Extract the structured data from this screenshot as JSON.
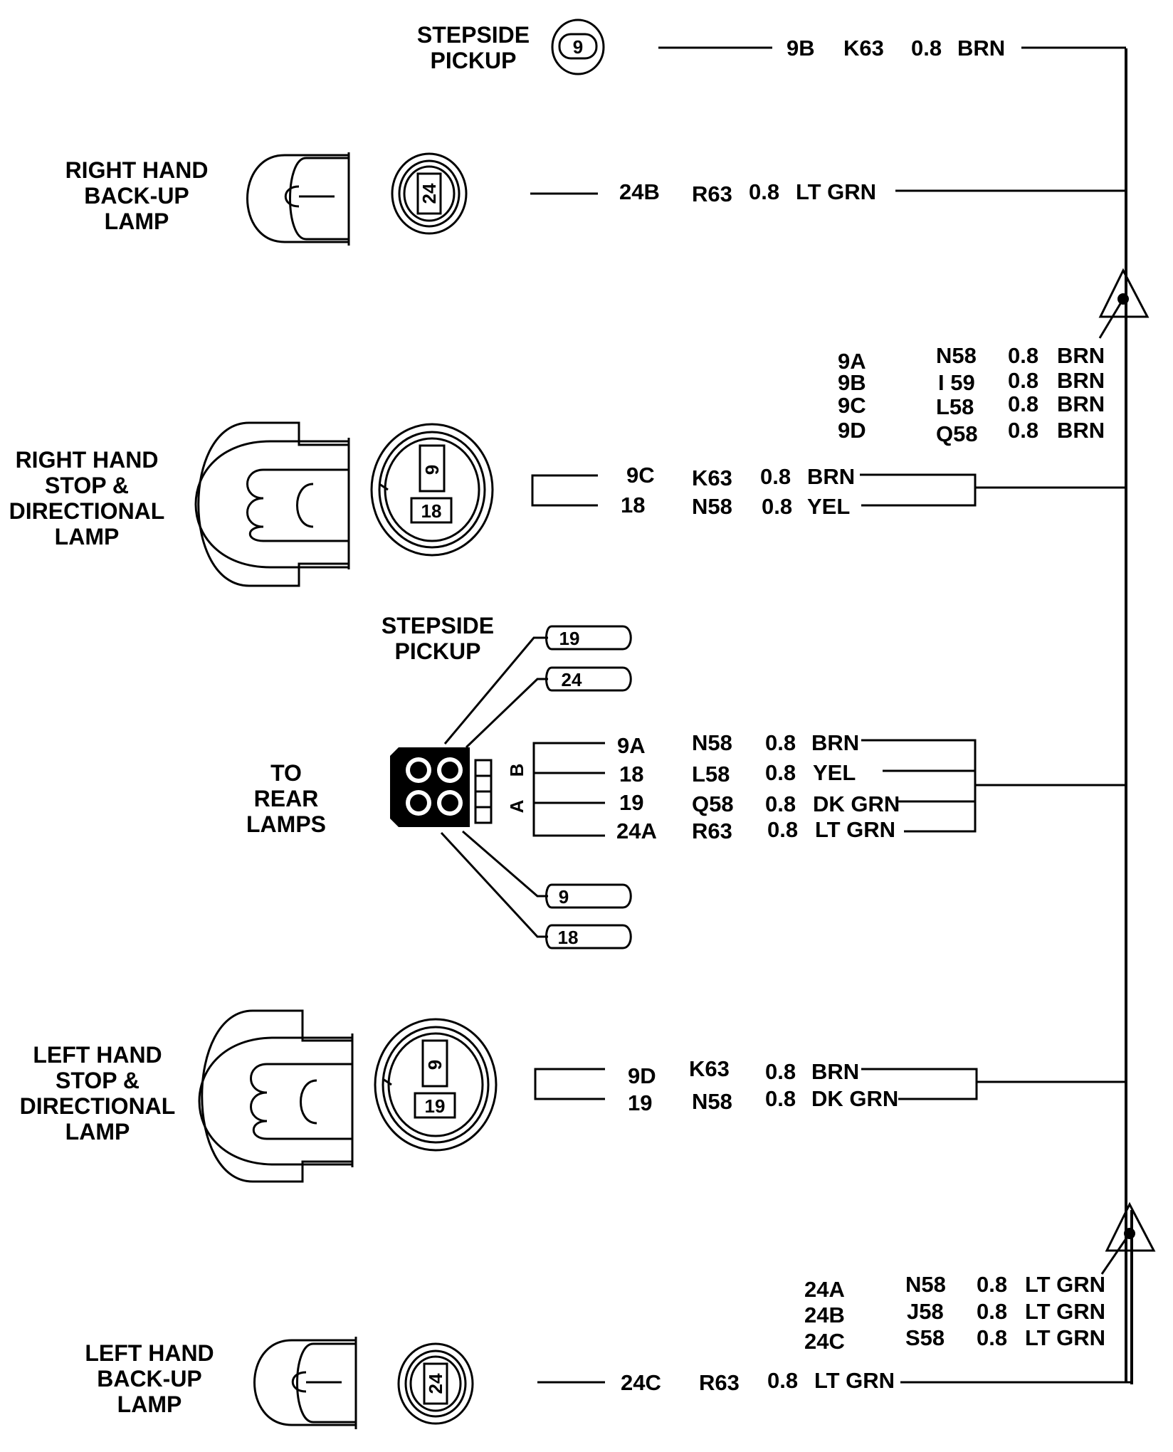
{
  "components": {
    "stepside_top": [
      "STEPSIDE",
      "PICKUP"
    ],
    "rh_backup": [
      "RIGHT HAND",
      "BACK-UP",
      "LAMP"
    ],
    "rh_stop": [
      "RIGHT HAND",
      "STOP &",
      "DIRECTIONAL",
      "LAMP"
    ],
    "stepside_mid": [
      "STEPSIDE",
      "PICKUP"
    ],
    "to_rear": [
      "TO",
      "REAR",
      "LAMPS"
    ],
    "lh_stop": [
      "LEFT HAND",
      "STOP &",
      "DIRECTIONAL",
      "LAMP"
    ],
    "lh_backup": [
      "LEFT HAND",
      "BACK-UP",
      "LAMP"
    ]
  },
  "pins": {
    "stepside_top": "9",
    "rh_backup": "24",
    "rh_stop": [
      "9",
      "18"
    ],
    "lh_stop": [
      "9",
      "19"
    ],
    "lh_backup": "24",
    "stepside_mid": [
      "19",
      "24",
      "9",
      "18"
    ],
    "connector_sides": [
      "B",
      "A"
    ]
  },
  "wires": {
    "stepside_top": {
      "circuit": "9B",
      "loc": "K63",
      "gauge": "0.8",
      "color": "BRN"
    },
    "rh_backup": {
      "circuit": "24B",
      "loc": "R63",
      "gauge": "0.8",
      "color": "LT  GRN"
    },
    "rh_stop": [
      {
        "circuit": "9C",
        "loc": "K63",
        "gauge": "0.8",
        "color": "BRN"
      },
      {
        "circuit": "18",
        "loc": "N58",
        "gauge": "0.8",
        "color": "YEL"
      }
    ],
    "rear": [
      {
        "circuit": "9A",
        "loc": "N58",
        "gauge": "0.8",
        "color": "BRN"
      },
      {
        "circuit": "18",
        "loc": "L58",
        "gauge": "0.8",
        "color": "YEL"
      },
      {
        "circuit": "19",
        "loc": "Q58",
        "gauge": "0.8",
        "color": "DK GRN"
      },
      {
        "circuit": "24A",
        "loc": "R63",
        "gauge": "0.8",
        "color": "LT GRN"
      }
    ],
    "lh_stop": [
      {
        "circuit": "9D",
        "loc": "K63",
        "gauge": "0.8",
        "color": "BRN"
      },
      {
        "circuit": "19",
        "loc": "N58",
        "gauge": "0.8",
        "color": "DK GRN"
      }
    ],
    "lh_backup": {
      "circuit": "24C",
      "loc": "R63",
      "gauge": "0.8",
      "color": "LT GRN"
    }
  },
  "splices": {
    "brown": [
      {
        "circuit": "9A",
        "loc": "N58",
        "gauge": "0.8",
        "color": "BRN"
      },
      {
        "circuit": "9B",
        "loc": "I 59",
        "gauge": "0.8",
        "color": "BRN"
      },
      {
        "circuit": "9C",
        "loc": "L58",
        "gauge": "0.8",
        "color": "BRN"
      },
      {
        "circuit": "9D",
        "loc": "Q58",
        "gauge": "0.8",
        "color": "BRN"
      }
    ],
    "green": [
      {
        "circuit": "24A",
        "loc": "N58",
        "gauge": "0.8",
        "color": "LT GRN"
      },
      {
        "circuit": "24B",
        "loc": "J58",
        "gauge": "0.8",
        "color": "LT GRN"
      },
      {
        "circuit": "24C",
        "loc": "S58",
        "gauge": "0.8",
        "color": "LT GRN"
      }
    ]
  }
}
